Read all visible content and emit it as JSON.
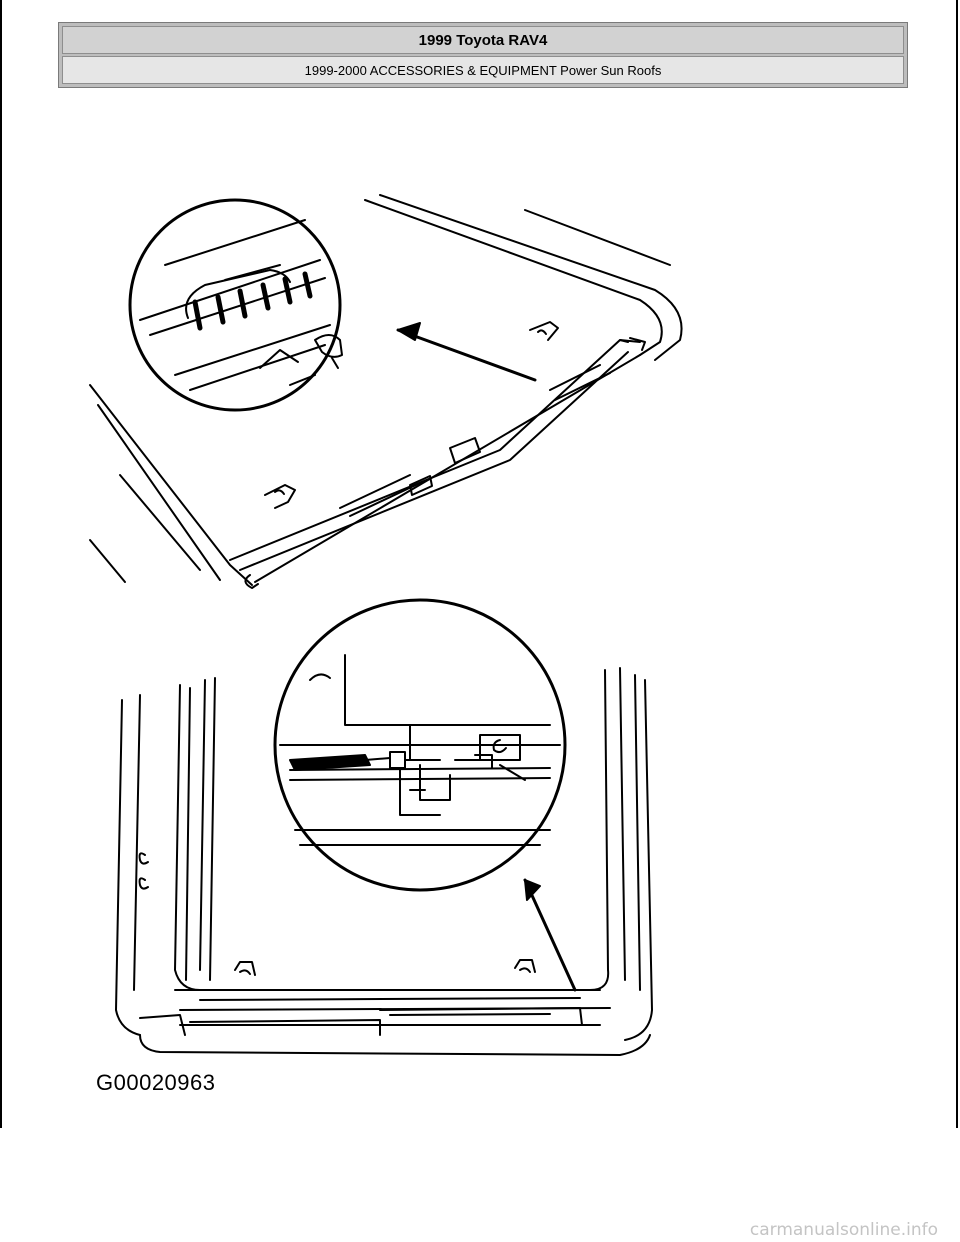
{
  "header": {
    "title": "1999 Toyota RAV4",
    "subtitle": "1999-2000 ACCESSORIES & EQUIPMENT Power Sun Roofs"
  },
  "figure": {
    "code": "G00020963"
  },
  "footer": {
    "watermark": "carmanualsonline.info"
  }
}
